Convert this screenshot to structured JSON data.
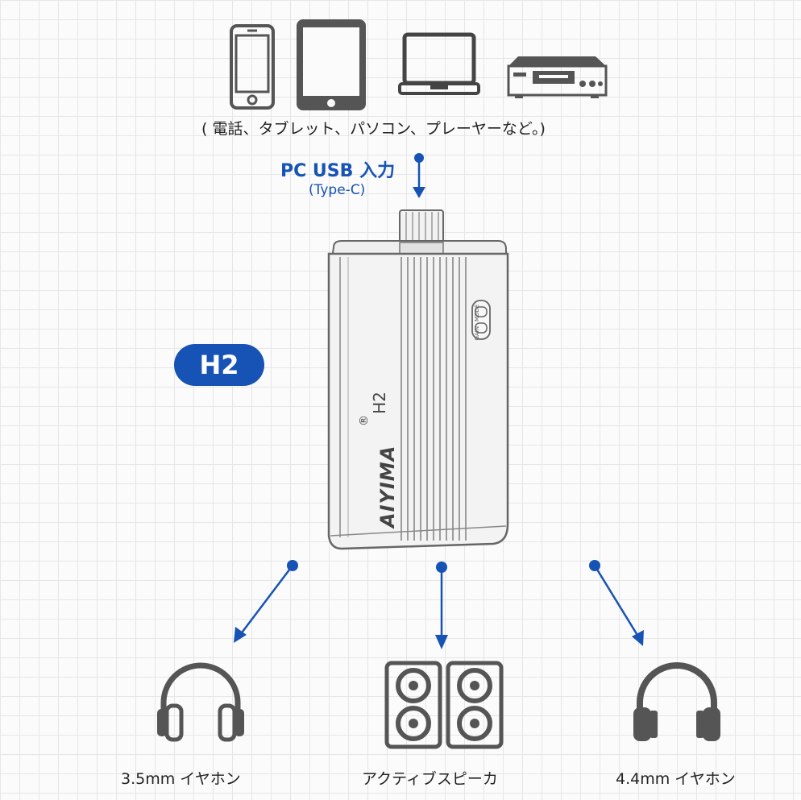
{
  "sources": {
    "devices": [
      "phone-icon",
      "tablet-icon",
      "laptop-icon",
      "player-icon"
    ],
    "caption": "( 電話、タブレット、パソコン、プレーヤーなど。)"
  },
  "input": {
    "label": "PC USB 入力",
    "sublabel": "(Type-C)"
  },
  "model_badge": "H2",
  "device": {
    "brand": "AIYIMA",
    "registered": "®",
    "model": "H2",
    "switch_labels": [
      "GAIN",
      "MODE"
    ]
  },
  "outputs": [
    {
      "label": "3.5mm イヤホン",
      "icon": "headphones-icon"
    },
    {
      "label": "アクティブスピーカ",
      "icon": "speakers-icon"
    },
    {
      "label": "4.4mm イヤホン",
      "icon": "headphones-icon"
    }
  ],
  "colors": {
    "accent": "#1653b5",
    "icon": "#555555"
  }
}
